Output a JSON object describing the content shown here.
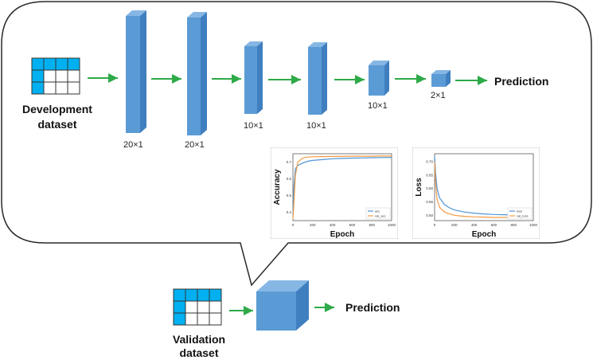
{
  "development": {
    "line1": "Development",
    "line2": "dataset"
  },
  "validation": {
    "line1": "Validation",
    "line2": "dataset"
  },
  "layers": [
    {
      "dim": "20×1"
    },
    {
      "dim": "20×1"
    },
    {
      "dim": "10×1"
    },
    {
      "dim": "10×1"
    },
    {
      "dim": "10×1"
    },
    {
      "dim": "2×1"
    }
  ],
  "output_label": "Prediction",
  "validation_output_label": "Prediction",
  "colors": {
    "block": "#5b9bd5",
    "block_top": "#86b6e4",
    "block_side": "#3f7fbf",
    "arrow": "#2eaa48",
    "grid": "#00b0f0",
    "curve_blue": "#4f94d6",
    "curve_orange": "#f39a45"
  },
  "chart_data": [
    {
      "type": "line",
      "ylabel": "Accuracy",
      "xlabel": "Epoch",
      "x_ticks": [
        "0",
        "200",
        "400",
        "600",
        "800",
        "1000"
      ],
      "y_ticks": [
        "0.4",
        "0.5",
        "0.6",
        "0.7"
      ],
      "xlim": [
        0,
        1000
      ],
      "ylim": [
        0.35,
        0.75
      ],
      "series": [
        {
          "name": "acc",
          "x": [
            0,
            10,
            25,
            50,
            100,
            150,
            200,
            300,
            400,
            500,
            600,
            700,
            800,
            900,
            1000
          ],
          "values": [
            0.38,
            0.55,
            0.66,
            0.68,
            0.695,
            0.705,
            0.71,
            0.715,
            0.72,
            0.722,
            0.724,
            0.725,
            0.726,
            0.727,
            0.728
          ]
        },
        {
          "name": "val_acc",
          "x": [
            0,
            10,
            25,
            50,
            100,
            150,
            200,
            300,
            400,
            500,
            600,
            700,
            800,
            900,
            1000
          ],
          "values": [
            0.36,
            0.45,
            0.62,
            0.7,
            0.725,
            0.73,
            0.732,
            0.733,
            0.734,
            0.734,
            0.735,
            0.735,
            0.735,
            0.736,
            0.736
          ]
        }
      ]
    },
    {
      "type": "line",
      "ylabel": "Loss",
      "xlabel": "Epoch",
      "x_ticks": [
        "0",
        "200",
        "400",
        "600",
        "800",
        "1000"
      ],
      "y_ticks": [
        "0.50",
        "0.55",
        "0.60",
        "0.65",
        "0.70"
      ],
      "xlim": [
        0,
        1000
      ],
      "ylim": [
        0.48,
        0.73
      ],
      "series": [
        {
          "name": "loss",
          "x": [
            0,
            10,
            25,
            50,
            100,
            150,
            200,
            300,
            400,
            500,
            600,
            700,
            800
          ],
          "values": [
            0.72,
            0.66,
            0.6,
            0.565,
            0.54,
            0.528,
            0.52,
            0.512,
            0.508,
            0.505,
            0.503,
            0.502,
            0.501
          ]
        },
        {
          "name": "val_loss",
          "x": [
            0,
            10,
            25,
            50,
            100,
            150,
            200,
            300,
            400,
            500,
            600,
            700,
            800
          ],
          "values": [
            0.7,
            0.62,
            0.56,
            0.53,
            0.512,
            0.505,
            0.5,
            0.496,
            0.494,
            0.493,
            0.492,
            0.492,
            0.491
          ]
        }
      ]
    }
  ]
}
